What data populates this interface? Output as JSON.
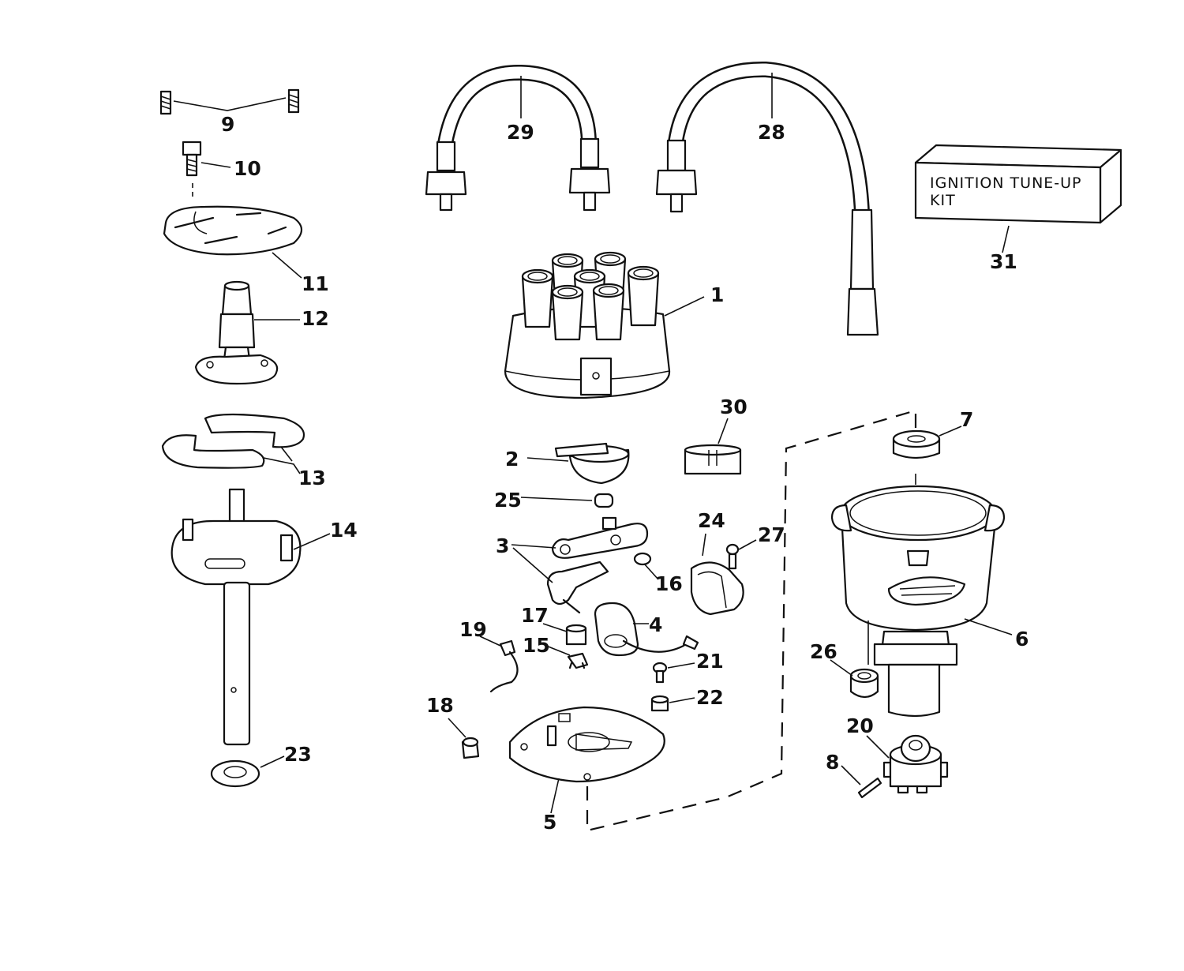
{
  "kit_label": {
    "line1": "IGNITION TUNE-UP",
    "line2": "KIT"
  },
  "callouts": {
    "p1": "1",
    "p2": "2",
    "p3": "3",
    "p4": "4",
    "p5": "5",
    "p6": "6",
    "p7": "7",
    "p8": "8",
    "p9": "9",
    "p10": "10",
    "p11": "11",
    "p12": "12",
    "p13": "13",
    "p14": "14",
    "p15": "15",
    "p16": "16",
    "p17": "17",
    "p18": "18",
    "p19": "19",
    "p20": "20",
    "p21": "21",
    "p22": "22",
    "p23": "23",
    "p24": "24",
    "p25": "25",
    "p26": "26",
    "p27": "27",
    "p28": "28",
    "p29": "29",
    "p30": "30",
    "p31": "31"
  }
}
